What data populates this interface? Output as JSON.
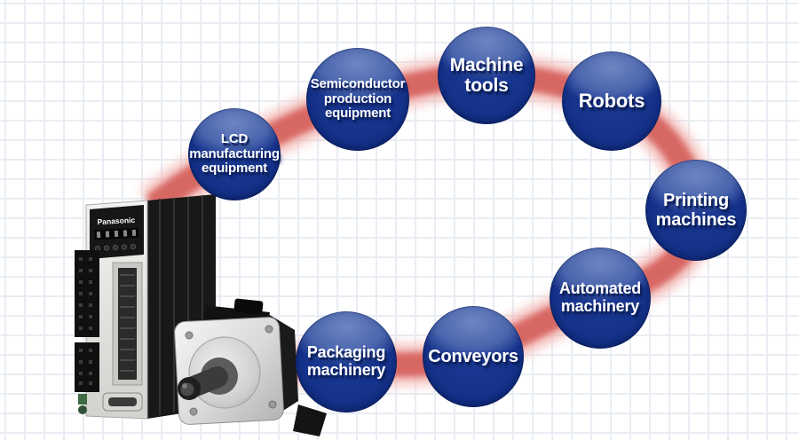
{
  "title": "Servo system application loop diagram",
  "nodes": [
    {
      "id": "lcd-manufacturing-equipment",
      "label": "LCD\nmanufacturing\nequipment"
    },
    {
      "id": "semiconductor-production-equipment",
      "label": "Semiconductor\nproduction\nequipment"
    },
    {
      "id": "machine-tools",
      "label": "Machine\ntools"
    },
    {
      "id": "robots",
      "label": "Robots"
    },
    {
      "id": "printing-machines",
      "label": "Printing\nmachines"
    },
    {
      "id": "automated-machinery",
      "label": "Automated\nmachinery"
    },
    {
      "id": "conveyors",
      "label": "Conveyors"
    },
    {
      "id": "packaging-machinery",
      "label": "Packaging\nmachinery"
    }
  ],
  "products": {
    "brand_label": "Panasonic"
  },
  "colors": {
    "sphere_main": "#16338c",
    "sphere_highlight": "#6e85c2",
    "sphere_shadow_rim": "#0e2a7c",
    "band_core": "#d6635f",
    "band_glow": "#f2b6b2",
    "grid_line": "#e9edf3",
    "background": "#ffffff",
    "label_text": "#ffffff",
    "label_shadow": "#0c1e56"
  }
}
